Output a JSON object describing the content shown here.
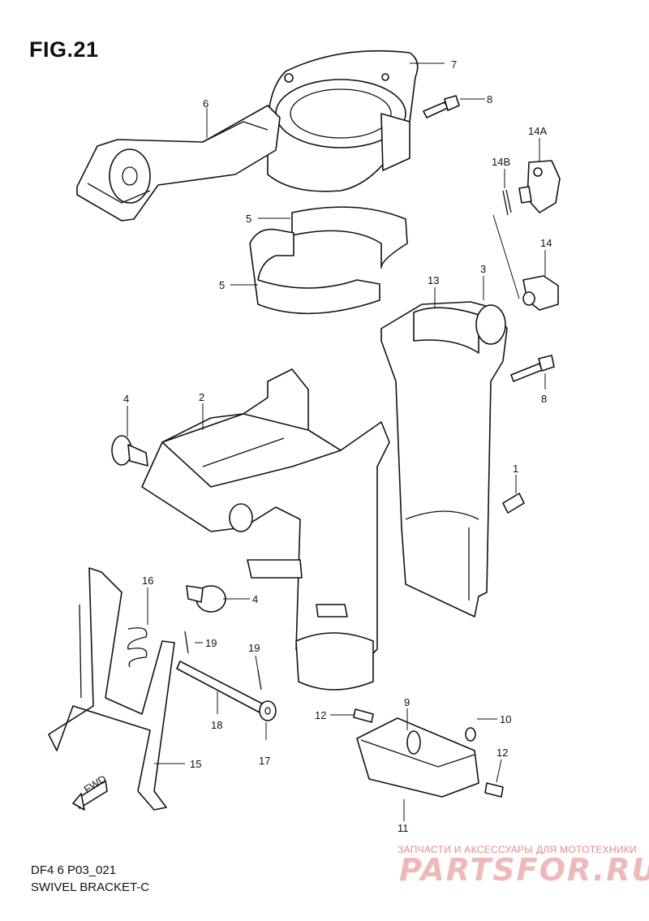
{
  "figure": {
    "title": "FIG.21",
    "code": "DF4 6 P03_021",
    "caption": "SWIVEL BRACKET-C"
  },
  "watermark": {
    "tagline": "ЗАПЧАСТИ И АКСЕССУАРЫ ДЛЯ МОТОТЕХНИКИ",
    "logo": "PARTSFOR.RU"
  },
  "fwd_label": "FWD",
  "callouts": [
    {
      "id": "c1",
      "label": "1"
    },
    {
      "id": "c2",
      "label": "2"
    },
    {
      "id": "c3",
      "label": "3"
    },
    {
      "id": "c4a",
      "label": "4"
    },
    {
      "id": "c4b",
      "label": "4"
    },
    {
      "id": "c5a",
      "label": "5"
    },
    {
      "id": "c5b",
      "label": "5"
    },
    {
      "id": "c6",
      "label": "6"
    },
    {
      "id": "c7",
      "label": "7"
    },
    {
      "id": "c8a",
      "label": "8"
    },
    {
      "id": "c8b",
      "label": "8"
    },
    {
      "id": "c9",
      "label": "9"
    },
    {
      "id": "c10",
      "label": "10"
    },
    {
      "id": "c11",
      "label": "11"
    },
    {
      "id": "c12a",
      "label": "12"
    },
    {
      "id": "c12b",
      "label": "12"
    },
    {
      "id": "c13",
      "label": "13"
    },
    {
      "id": "c14",
      "label": "14"
    },
    {
      "id": "c14a",
      "label": "14A"
    },
    {
      "id": "c14b",
      "label": "14B"
    },
    {
      "id": "c15",
      "label": "15"
    },
    {
      "id": "c16",
      "label": "16"
    },
    {
      "id": "c17",
      "label": "17"
    },
    {
      "id": "c18",
      "label": "18"
    },
    {
      "id": "c19a",
      "label": "19"
    },
    {
      "id": "c19b",
      "label": "19"
    }
  ],
  "colors": {
    "line": "#111111",
    "watermark_text": "#e48c8c",
    "watermark_logo": "#f0b9b9"
  }
}
